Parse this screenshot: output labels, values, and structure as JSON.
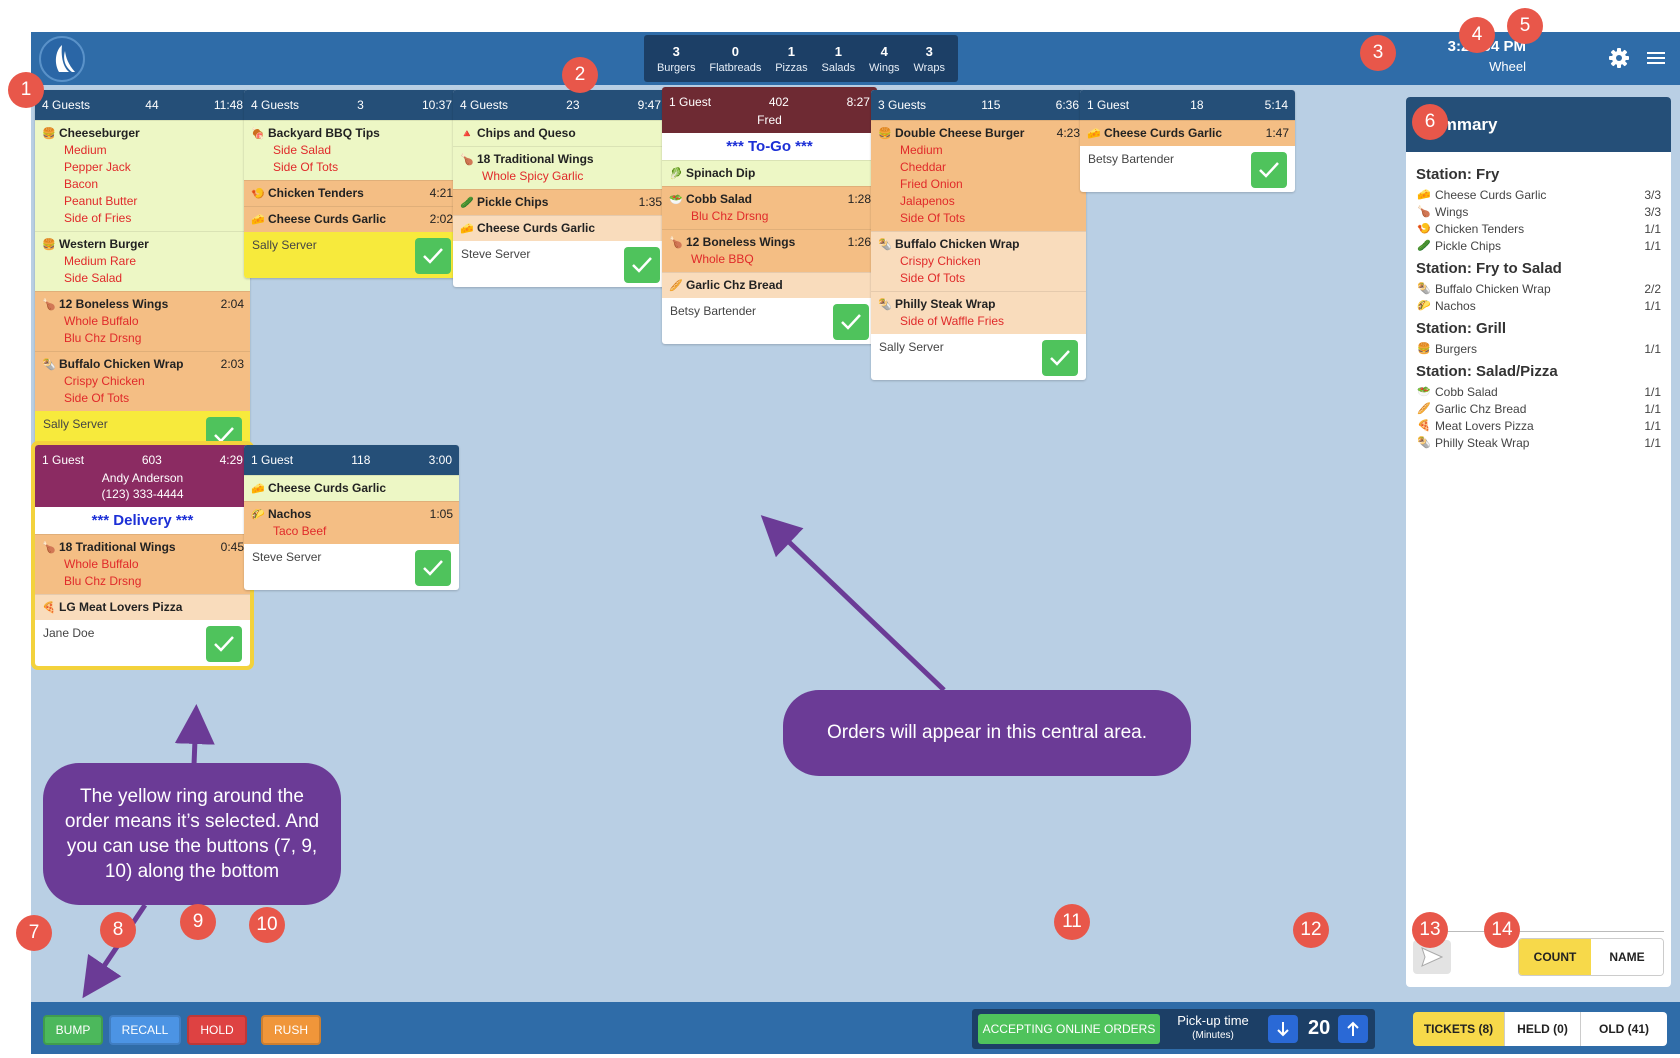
{
  "header": {
    "counts": [
      {
        "n": "3",
        "label": "Burgers"
      },
      {
        "n": "0",
        "label": "Flatbreads"
      },
      {
        "n": "1",
        "label": "Pizzas"
      },
      {
        "n": "1",
        "label": "Salads"
      },
      {
        "n": "4",
        "label": "Wings"
      },
      {
        "n": "3",
        "label": "Wraps"
      }
    ],
    "time": "3:20:04 PM",
    "station": "Wheel"
  },
  "tickets": [
    {
      "guests": "4 Guests",
      "num": "44",
      "time": "11:48",
      "server": "Sally Server",
      "items": [
        {
          "icon": "burger-icon",
          "name": "Cheeseburger",
          "time": "",
          "mods": [
            "Medium",
            "Pepper Jack",
            "Bacon",
            "Peanut Butter",
            "Side of Fries"
          ],
          "tone": "y"
        },
        {
          "icon": "burger-icon",
          "name": "Western Burger",
          "time": "",
          "mods": [
            "Medium Rare",
            "Side Salad"
          ],
          "tone": "y"
        },
        {
          "icon": "wing-icon",
          "name": "12 Boneless Wings",
          "time": "2:04",
          "mods": [
            "Whole Buffalo",
            "Blu Chz Drsng"
          ],
          "tone": "o"
        },
        {
          "icon": "wrap-icon",
          "name": "Buffalo Chicken Wrap",
          "time": "2:03",
          "mods": [
            "Crispy Chicken",
            "Side Of Tots"
          ],
          "tone": "o"
        }
      ]
    },
    {
      "guests": "4 Guests",
      "num": "3",
      "time": "10:37",
      "server": "Sally Server",
      "items": [
        {
          "icon": "ribs-icon",
          "name": "Backyard BBQ Tips",
          "time": "",
          "mods": [
            "Side Salad",
            "Side Of Tots"
          ],
          "tone": "y"
        },
        {
          "icon": "tenders-icon",
          "name": "Chicken Tenders",
          "time": "4:21",
          "mods": [],
          "tone": "o"
        },
        {
          "icon": "cheese-curds-icon",
          "name": "Cheese Curds Garlic",
          "time": "2:02",
          "mods": [],
          "tone": "o"
        }
      ]
    },
    {
      "guests": "4 Guests",
      "num": "23",
      "time": "9:47",
      "server": "Steve Server",
      "items": [
        {
          "icon": "chips-icon",
          "name": "Chips and Queso",
          "time": "",
          "mods": [],
          "tone": "y"
        },
        {
          "icon": "wing-icon",
          "name": "18 Traditional Wings",
          "time": "",
          "mods": [
            "Whole Spicy Garlic"
          ],
          "tone": "y"
        },
        {
          "icon": "pickle-icon",
          "name": "Pickle Chips",
          "time": "1:35",
          "mods": [],
          "tone": "o"
        },
        {
          "icon": "cheese-curds-icon",
          "name": "Cheese Curds Garlic",
          "time": "",
          "mods": [],
          "tone": "p"
        }
      ]
    },
    {
      "guests": "1 Guest",
      "num": "402",
      "time": "8:27",
      "customer": "Fred",
      "banner": "*** To-Go ***",
      "server": "Betsy Bartender",
      "items": [
        {
          "icon": "dip-icon",
          "name": "Spinach Dip",
          "time": "",
          "mods": [],
          "tone": "y"
        },
        {
          "icon": "salad-icon",
          "name": "Cobb Salad",
          "time": "1:28",
          "mods": [
            "Blu Chz Drsng"
          ],
          "tone": "o"
        },
        {
          "icon": "wing-icon",
          "name": "12 Boneless Wings",
          "time": "1:26",
          "mods": [
            "Whole BBQ"
          ],
          "tone": "o"
        },
        {
          "icon": "bread-icon",
          "name": "Garlic Chz Bread",
          "time": "",
          "mods": [],
          "tone": "p"
        }
      ]
    },
    {
      "guests": "3 Guests",
      "num": "115",
      "time": "6:36",
      "server": "Sally Server",
      "items": [
        {
          "icon": "burger-icon",
          "name": "Double Cheese Burger",
          "time": "4:23",
          "mods": [
            "Medium",
            "Cheddar",
            "Fried Onion",
            "Jalapenos",
            "Side Of Tots"
          ],
          "tone": "o"
        },
        {
          "icon": "wrap-icon",
          "name": "Buffalo Chicken Wrap",
          "time": "",
          "mods": [
            "Crispy Chicken",
            "Side Of Tots"
          ],
          "tone": "p"
        },
        {
          "icon": "wrap-icon",
          "name": "Philly Steak Wrap",
          "time": "",
          "mods": [
            "Side of Waffle Fries"
          ],
          "tone": "p"
        }
      ]
    },
    {
      "guests": "1 Guest",
      "num": "18",
      "time": "5:14",
      "server": "Betsy Bartender",
      "items": [
        {
          "icon": "cheese-curds-icon",
          "name": "Cheese Curds Garlic",
          "time": "1:47",
          "mods": [],
          "tone": "o"
        }
      ]
    },
    {
      "guests": "1 Guest",
      "num": "603",
      "time": "4:29",
      "customer": "Andy Anderson",
      "phone": "(123) 333-4444",
      "banner": "*** Delivery ***",
      "server": "Jane Doe",
      "items": [
        {
          "icon": "wing-icon",
          "name": "18 Traditional Wings",
          "time": "0:45",
          "mods": [
            "Whole Buffalo",
            "Blu Chz Drsng"
          ],
          "tone": "o"
        },
        {
          "icon": "pizza-icon",
          "name": "LG Meat Lovers Pizza",
          "time": "",
          "mods": [],
          "tone": "p"
        }
      ]
    },
    {
      "guests": "1 Guest",
      "num": "118",
      "time": "3:00",
      "server": "Steve Server",
      "items": [
        {
          "icon": "cheese-curds-icon",
          "name": "Cheese Curds Garlic",
          "time": "",
          "mods": [],
          "tone": "y"
        },
        {
          "icon": "nachos-icon",
          "name": "Nachos",
          "time": "1:05",
          "mods": [
            "Taco Beef"
          ],
          "tone": "o"
        }
      ]
    }
  ],
  "summary": {
    "title": "Summary",
    "stations": [
      {
        "name": "Station: Fry",
        "rows": [
          {
            "icon": "cheese-curds-icon",
            "name": "Cheese Curds Garlic",
            "count": "3/3"
          },
          {
            "icon": "wing-icon",
            "name": "Wings",
            "count": "3/3"
          },
          {
            "icon": "tenders-icon",
            "name": "Chicken Tenders",
            "count": "1/1"
          },
          {
            "icon": "pickle-icon",
            "name": "Pickle Chips",
            "count": "1/1"
          }
        ]
      },
      {
        "name": "Station: Fry to Salad",
        "rows": [
          {
            "icon": "wrap-icon",
            "name": "Buffalo Chicken Wrap",
            "count": "2/2"
          },
          {
            "icon": "nachos-icon",
            "name": "Nachos",
            "count": "1/1"
          }
        ]
      },
      {
        "name": "Station: Grill",
        "rows": [
          {
            "icon": "burger-icon",
            "name": "Burgers",
            "count": "1/1"
          }
        ]
      },
      {
        "name": "Station: Salad/Pizza",
        "rows": [
          {
            "icon": "salad-icon",
            "name": "Cobb Salad",
            "count": "1/1"
          },
          {
            "icon": "bread-icon",
            "name": "Garlic Chz Bread",
            "count": "1/1"
          },
          {
            "icon": "pizza-icon",
            "name": "Meat Lovers Pizza",
            "count": "1/1"
          },
          {
            "icon": "wrap-icon",
            "name": "Philly Steak Wrap",
            "count": "1/1"
          }
        ]
      }
    ],
    "count_label": "COUNT",
    "name_label": "NAME"
  },
  "bottom": {
    "bump": "BUMP",
    "recall": "RECALL",
    "hold": "HOLD",
    "rush": "RUSH",
    "accepting": "ACCEPTING ONLINE ORDERS",
    "pickup_label": "Pick-up time",
    "pickup_units": "(Minutes)",
    "pickup_value": "20",
    "tickets": "TICKETS (8)",
    "held": "HELD (0)",
    "old": "OLD (41)"
  },
  "annotations": {
    "central": "Orders will appear in this central area.",
    "selected": "The yellow ring around the order means it’s selected. And you can use the buttons (7, 9, 10) along the bottom",
    "badges": [
      "1",
      "2",
      "3",
      "4",
      "5",
      "6",
      "7",
      "8",
      "9",
      "10",
      "11",
      "12",
      "13",
      "14"
    ]
  },
  "colors": {
    "header": "#2f6ca8",
    "ticket_header": "#254f78",
    "to_go": "#6e2a33",
    "delivery": "#8b2b62",
    "accent": "#f7d94a",
    "badge": "#e8574a",
    "callout": "#6b3b96"
  }
}
